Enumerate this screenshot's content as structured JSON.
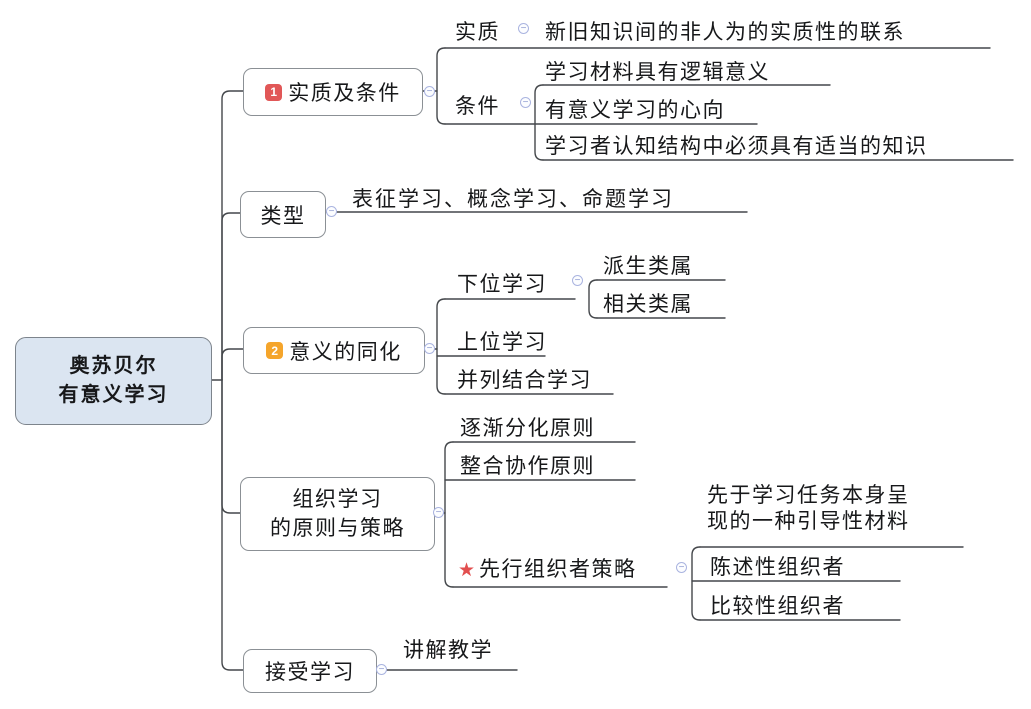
{
  "icons": {
    "collapse": "−",
    "star": "★"
  },
  "colors": {
    "root_fill": "#dbe5f1",
    "badge_1": "#e15757",
    "badge_2": "#f5a52b",
    "star": "#e24f4f",
    "connector_line": "#44474b",
    "collapse_ring": "#aab4e0"
  },
  "root": {
    "line1": "奥苏贝尔",
    "line2": "有意义学习"
  },
  "branch1": {
    "badge": "1",
    "label": "实质及条件",
    "essence": {
      "label": "实质",
      "detail": "新旧知识间的非人为的实质性的联系"
    },
    "conditions": {
      "label": "条件",
      "items": [
        "学习材料具有逻辑意义",
        "有意义学习的心向",
        "学习者认知结构中必须具有适当的知识"
      ]
    }
  },
  "branch2": {
    "label": "类型",
    "detail": "表征学习、概念学习、命题学习"
  },
  "branch3": {
    "badge": "2",
    "label": "意义的同化",
    "subordinate": {
      "label": "下位学习",
      "items": [
        "派生类属",
        "相关类属"
      ]
    },
    "superordinate": "上位学习",
    "combinatorial": "并列结合学习"
  },
  "branch4": {
    "label_line1": "组织学习",
    "label_line2": "的原则与策略",
    "principles": [
      "逐渐分化原则",
      "整合协作原则"
    ],
    "advance_organizer": {
      "label": "先行组织者策略",
      "definition": "先于学习任务本身呈现的一种引导性材料",
      "items": [
        "陈述性组织者",
        "比较性组织者"
      ]
    }
  },
  "branch5": {
    "label": "接受学习",
    "detail": "讲解教学"
  }
}
